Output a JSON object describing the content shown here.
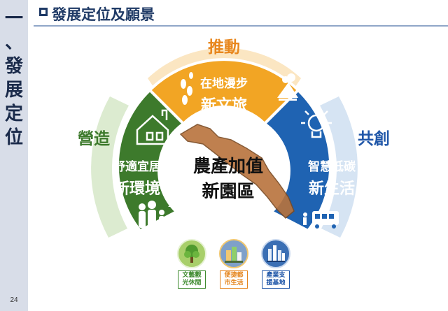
{
  "sidebar": {
    "section_title_chars": [
      "一",
      "、",
      "發",
      "展",
      "定",
      "位"
    ],
    "page_number": "24"
  },
  "header": {
    "title": "發展定位及願景"
  },
  "diagram": {
    "center": {
      "line1": "農產加值",
      "line2": "新園區"
    },
    "top": {
      "heading": "推動",
      "line1": "在地漫步",
      "line2": "新文旅",
      "color": "#f2a524"
    },
    "left": {
      "heading": "營造",
      "line1": "舒適宜居",
      "line2": "新環境",
      "color": "#3d7a2c"
    },
    "right": {
      "heading": "共創",
      "line1": "智慧低碳",
      "line2": "新生活",
      "color": "#1f63b2"
    }
  },
  "badges": [
    {
      "line1": "文藝觀",
      "line2": "光休閒",
      "color": "#3e8a2e",
      "bg": "#a8cf6a",
      "icon": "tree-icon"
    },
    {
      "line1": "便捷都",
      "line2": "市生活",
      "color": "#e5851d",
      "bg": "#7fa0c9",
      "icon": "city-icon"
    },
    {
      "line1": "產業支",
      "line2": "援基地",
      "color": "#1f56a8",
      "bg": "#3b6fb4",
      "icon": "factory-icon"
    }
  ]
}
